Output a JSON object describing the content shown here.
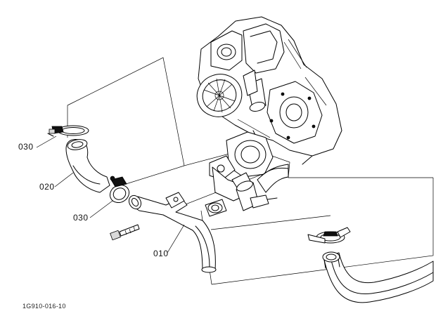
{
  "callouts": {
    "clamp_upper": "030",
    "hose": "020",
    "clamp_lower": "030",
    "pipe": "010"
  },
  "figure_id": "1G910-016-10",
  "icons": [
    "engine-block",
    "gear-cover",
    "water-flange",
    "water-return-hose",
    "hose-clamp",
    "water-pipe",
    "mounting-bolt",
    "thermostat-housing",
    "radiator-hose"
  ]
}
